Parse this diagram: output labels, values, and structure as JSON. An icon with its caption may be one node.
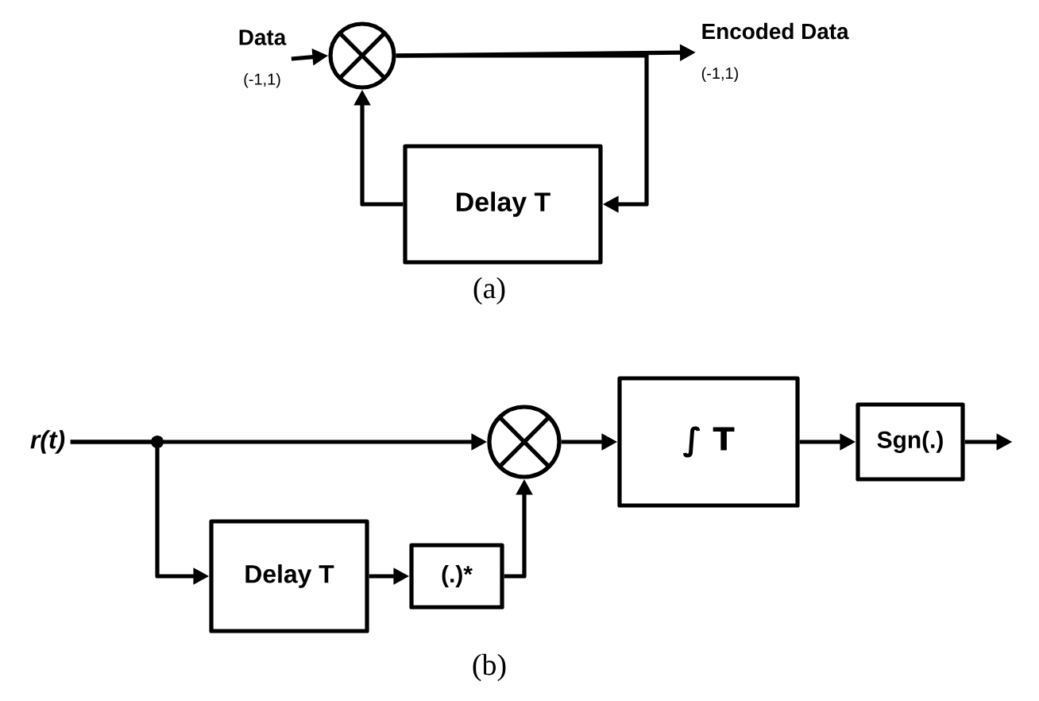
{
  "diagram": {
    "nodes": [
      {
        "text": [
          "Data",
          "(-1,1)"
        ]
      },
      {
        "text": [],
        "shape": "circle"
      },
      {
        "text": [
          "Delay T"
        ]
      },
      {
        "text": [
          "Encoded Data",
          "(-1,1)"
        ]
      },
      {
        "text": [
          "r(t)"
        ]
      },
      {
        "text": [],
        "shape": "circle"
      },
      {
        "text": [
          "Delay T"
        ]
      },
      {
        "text": [
          "(.)*"
        ]
      },
      {
        "text": [
          "∫ T"
        ]
      },
      {
        "text": [
          "Sgn(.)"
        ]
      }
    ],
    "edges": [
      {
        "from": 0,
        "to": 1,
        "arrow": "to"
      },
      {
        "from": 1,
        "to": 3,
        "arrow": "to"
      },
      {
        "from": 1,
        "to": 2,
        "arrow": "to"
      },
      {
        "from": 2,
        "to": 1,
        "arrow": "to"
      },
      {
        "from": 4,
        "to": 5,
        "arrow": "to"
      },
      {
        "from": 4,
        "to": 6,
        "arrow": "to"
      },
      {
        "from": 6,
        "to": 7,
        "arrow": "to"
      },
      {
        "from": 7,
        "to": 5,
        "arrow": "to"
      },
      {
        "from": 5,
        "to": 8,
        "arrow": "to"
      },
      {
        "from": 8,
        "to": 9,
        "arrow": "to"
      },
      {
        "from": 9,
        "to": null,
        "arrow": "to"
      }
    ],
    "labels": [
      "(a)",
      "(b)"
    ]
  }
}
